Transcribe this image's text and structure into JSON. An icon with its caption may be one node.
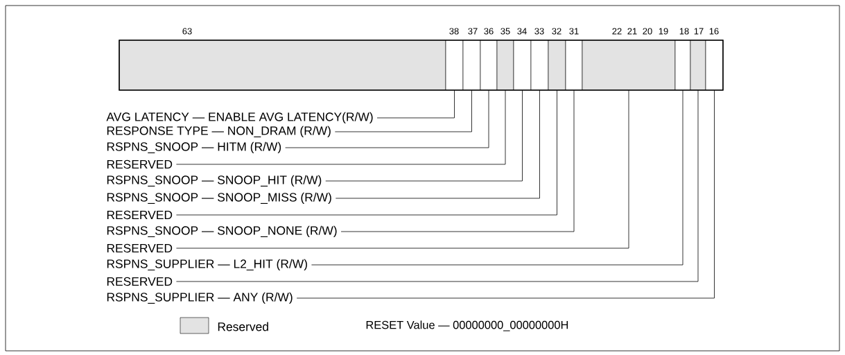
{
  "diagram": {
    "nodes": [
      {
        "text": [],
        "shape": "box"
      },
      {
        "text": [],
        "shape": "box"
      },
      {
        "text": [],
        "shape": "box"
      },
      {
        "text": [],
        "shape": "box"
      },
      {
        "text": [],
        "shape": "box"
      },
      {
        "text": [],
        "shape": "box"
      },
      {
        "text": [],
        "shape": "box"
      },
      {
        "text": [],
        "shape": "box"
      },
      {
        "text": [],
        "shape": "box"
      },
      {
        "text": [],
        "shape": "box"
      },
      {
        "text": [],
        "shape": "box"
      },
      {
        "text": [],
        "shape": "box"
      },
      {
        "text": [],
        "shape": "box"
      },
      {
        "text": [
          "AVG LATENCY — ENABLE AVG LATENCY(R/W)"
        ]
      },
      {
        "text": [
          "RESPONSE TYPE — NON_DRAM (R/W)"
        ]
      },
      {
        "text": [
          "RSPNS_SNOOP — HITM (R/W)"
        ]
      },
      {
        "text": [
          "RESERVED"
        ]
      },
      {
        "text": [
          "RSPNS_SNOOP — SNOOP_HIT (R/W)"
        ]
      },
      {
        "text": [
          "RSPNS_SNOOP — SNOOP_MISS (R/W)"
        ]
      },
      {
        "text": [
          "RESERVED"
        ]
      },
      {
        "text": [
          "RSPNS_SNOOP — SNOOP_NONE (R/W)"
        ]
      },
      {
        "text": [
          "RESERVED"
        ]
      },
      {
        "text": [
          "RSPNS_SUPPLIER — L2_HIT (R/W)"
        ]
      },
      {
        "text": [
          "RESERVED"
        ]
      },
      {
        "text": [
          "RSPNS_SUPPLIER — ANY (R/W)"
        ]
      }
    ],
    "edges": [
      {
        "from": 13,
        "to": 1,
        "arrow": "none"
      },
      {
        "from": 14,
        "to": 2,
        "arrow": "none"
      },
      {
        "from": 15,
        "to": 3,
        "arrow": "none"
      },
      {
        "from": 16,
        "to": 4,
        "arrow": "none"
      },
      {
        "from": 17,
        "to": 5,
        "arrow": "none"
      },
      {
        "from": 18,
        "to": 6,
        "arrow": "none"
      },
      {
        "from": 19,
        "to": 7,
        "arrow": "none"
      },
      {
        "from": 20,
        "to": 8,
        "arrow": "none"
      },
      {
        "from": 21,
        "to": 9,
        "arrow": "none"
      },
      {
        "from": 22,
        "to": 10,
        "arrow": "none"
      },
      {
        "from": 23,
        "to": 11,
        "arrow": "none"
      },
      {
        "from": 24,
        "to": 12,
        "arrow": "none"
      }
    ],
    "labels": [
      "63",
      "38",
      "37",
      "36",
      "35",
      "34",
      "33",
      "32",
      "31",
      "22",
      "21",
      "20",
      "19",
      "18",
      "17",
      "16",
      "RESET Value — 00000000_00000000H"
    ],
    "legend": [
      {
        "text": "Reserved",
        "color": "#e3e3e3"
      }
    ]
  }
}
